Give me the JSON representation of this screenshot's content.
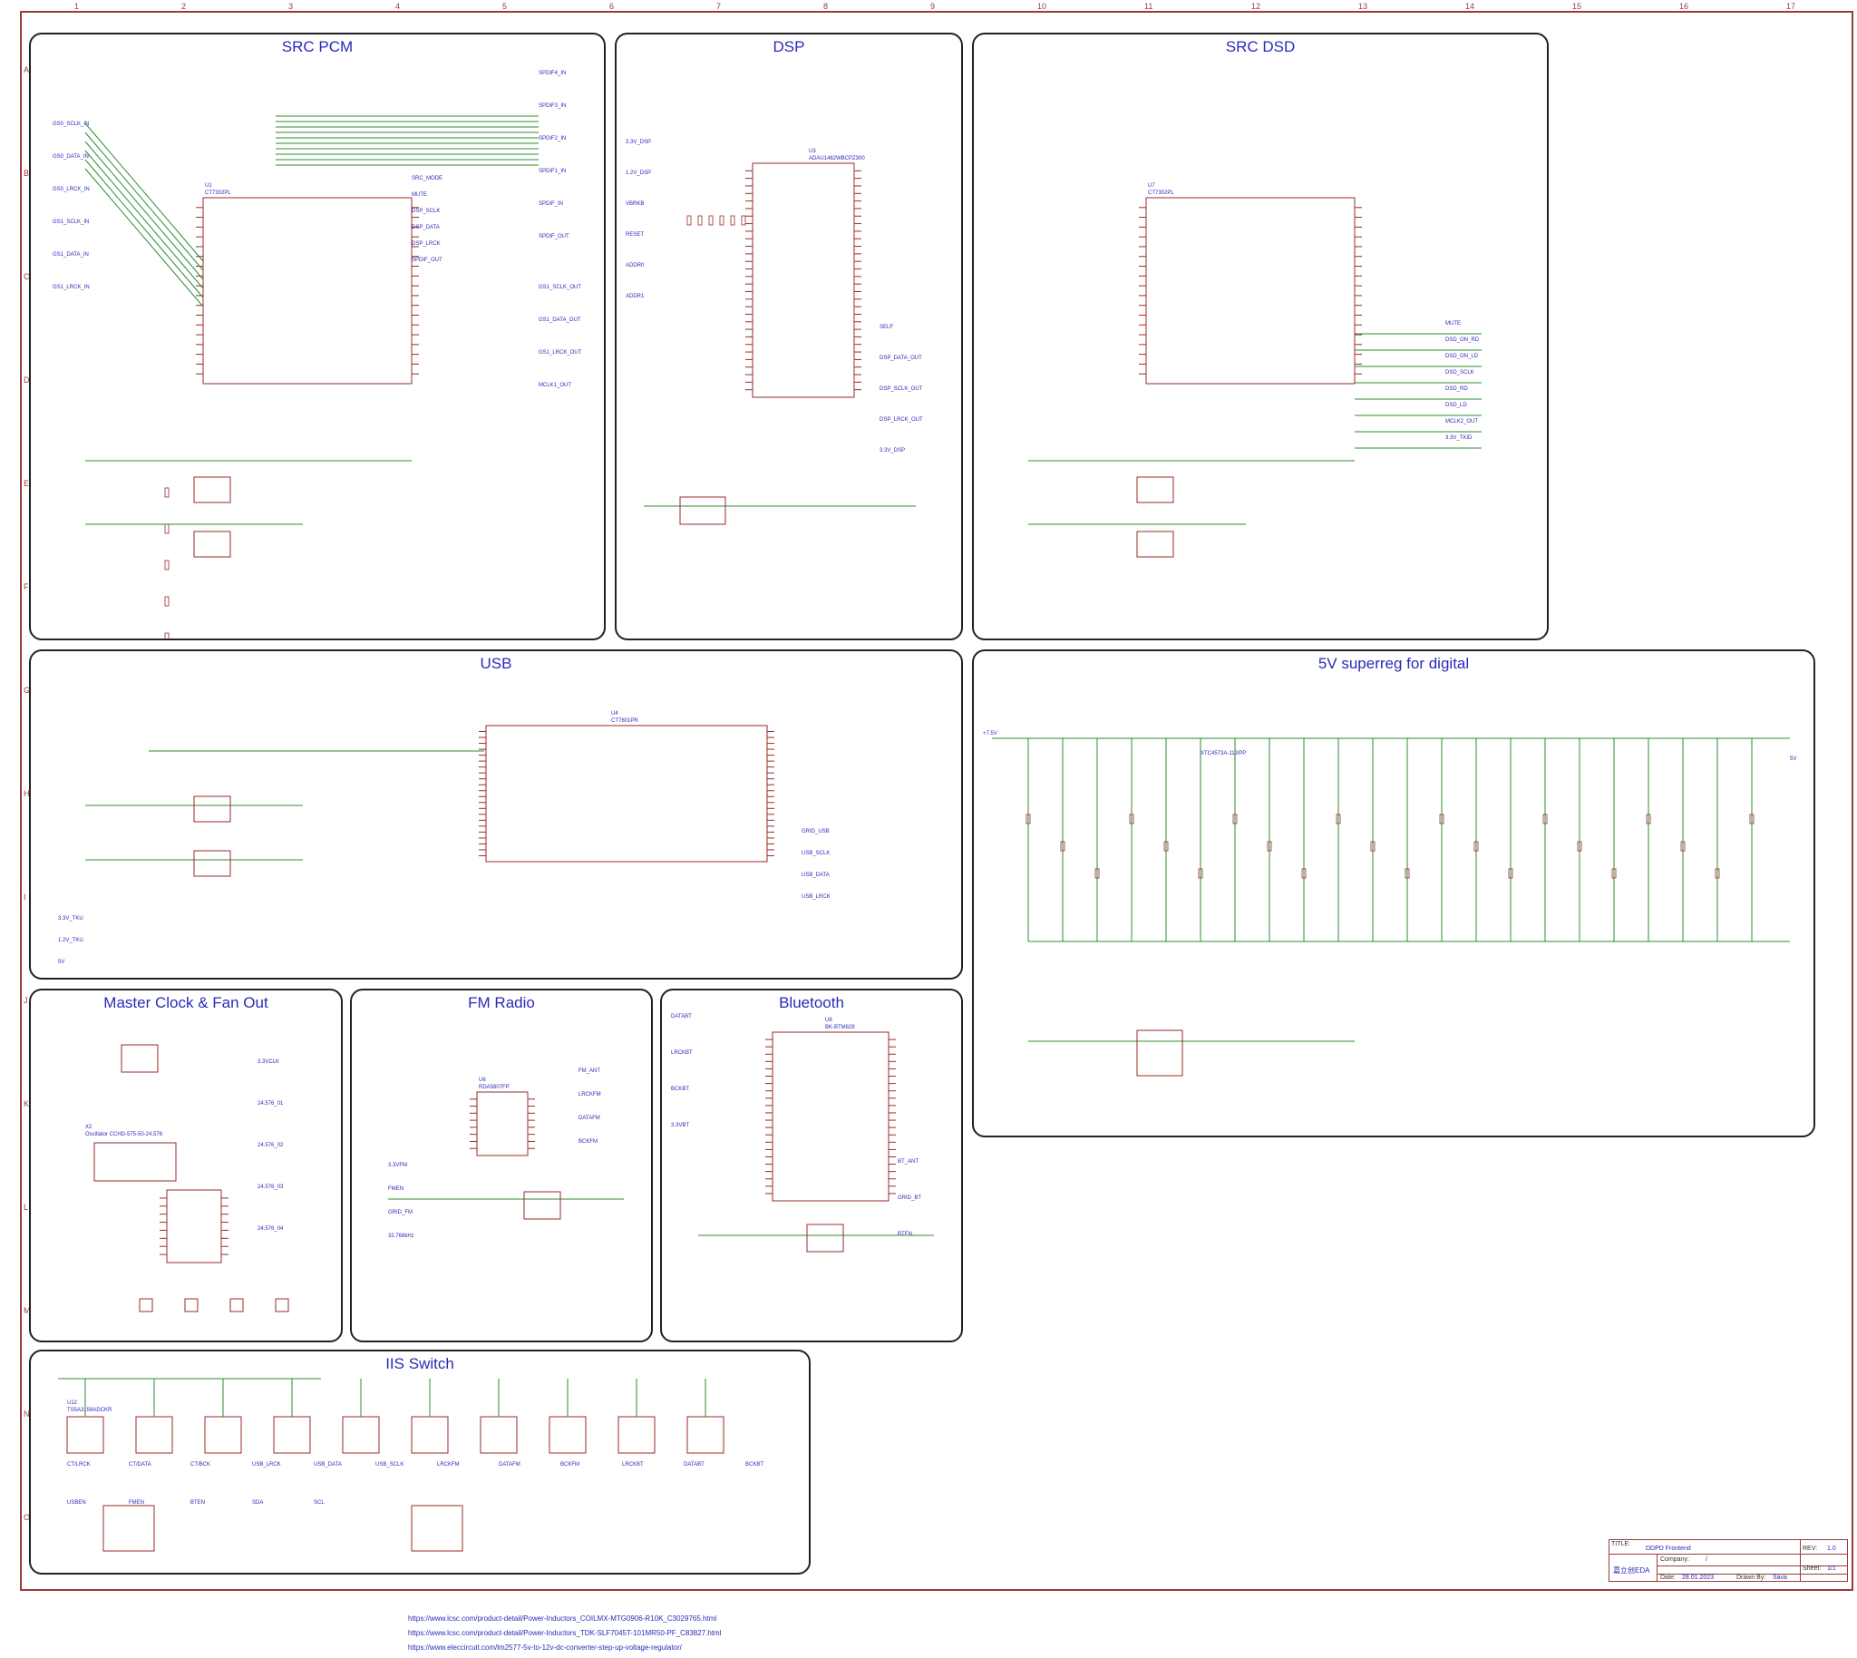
{
  "blocks": {
    "src_pcm": {
      "title": "SRC PCM",
      "chip": "CT7302PL",
      "chip_ref": "U1"
    },
    "dsp": {
      "title": "DSP",
      "chip": "ADAU1462WBCPZ300",
      "chip_ref": "U3"
    },
    "src_dsd": {
      "title": "SRC DSD",
      "chip": "CT7302PL",
      "chip_ref": "U7"
    },
    "usb": {
      "title": "USB",
      "chip": "CT7601PR",
      "chip_ref": "U4"
    },
    "superreg": {
      "title": "5V superreg for digital"
    },
    "master_clock": {
      "title": "Master Clock & Fan Out",
      "chip": "Oscillator CCHD-575-50-24.576",
      "chip_ref": "X2"
    },
    "fm_radio": {
      "title": "FM Radio",
      "chip": "RDA5807FP",
      "chip_ref": "U6"
    },
    "bluetooth": {
      "title": "Bluetooth",
      "chip": "BK-BTM828",
      "chip_ref": "U8"
    },
    "iis_switch": {
      "title": "IIS Switch",
      "chip": "TS5A3159ADCKR",
      "chip_ref": "U12"
    }
  },
  "ruler": {
    "top": [
      "1",
      "2",
      "3",
      "4",
      "5",
      "6",
      "7",
      "8",
      "9",
      "10",
      "11",
      "12",
      "13",
      "14",
      "15",
      "16",
      "17"
    ],
    "left": [
      "A",
      "B",
      "C",
      "D",
      "E",
      "F",
      "G",
      "H",
      "I",
      "J",
      "K",
      "L",
      "M",
      "N",
      "O"
    ]
  },
  "nets": {
    "src_pcm": [
      "GS0_SCLK_IN",
      "GS0_DATA_IN",
      "GS0_LRCK_IN",
      "GS1_SCLK_IN",
      "GS1_DATA_IN",
      "GS1_LRCK_IN",
      "SPDIF4_IN",
      "SPDIF3_IN",
      "SPDIF2_IN",
      "SPDIF1_IN",
      "SPDIF_IN",
      "SPDIF_OUT",
      "GS1_SCLK_OUT",
      "GS1_DATA_OUT",
      "GS1_LRCK_OUT",
      "MCLK1_OUT",
      "SRC_MODE",
      "MUTE",
      "DSP_SCLK",
      "DSP_DATA",
      "DSP_LRCK",
      "SPDIF_OUT"
    ],
    "dsp": [
      "3.3V_DSP",
      "1.2V_DSP",
      "VBRKB",
      "RESET",
      "ADDR0",
      "ADDR1",
      "SELF",
      "DSP_DATA_OUT",
      "DSP_SCLK_OUT",
      "DSP_LRCK_OUT",
      "3.3V_DSP"
    ],
    "src_dsd": [
      "MUTE",
      "DSD_ON_RD",
      "DSD_ON_LD",
      "DSD_SCLK",
      "DSD_RD",
      "DSD_LD",
      "MCLK2_OUT",
      "3.3V_TKID"
    ],
    "usb": [
      "GRID_USB",
      "USB_SCLK",
      "USB_DATA",
      "USB_LRCK",
      "3.3V_TKU",
      "1.2V_TKU",
      "5V"
    ],
    "superreg": [
      "+7.5V",
      "5V",
      "XTC4573A-11J/PP"
    ],
    "master_clock": [
      "3.3VCLK",
      "24.576_01",
      "24.576_02",
      "24.576_03",
      "24.576_04"
    ],
    "fm_radio": [
      "FM_ANT",
      "LRCKFM",
      "DATAFM",
      "BCKFM",
      "3.3VFM",
      "FMEN",
      "GRID_FM",
      "32.768kHz"
    ],
    "bluetooth": [
      "DATABT",
      "LRCKBT",
      "BCKBT",
      "3.3VBT",
      "BT_ANT",
      "GRID_BT",
      "BTEN"
    ],
    "iis_switch": [
      "CT/LRCK",
      "CT/DATA",
      "CT/BCK",
      "USB_LRCK",
      "USB_DATA",
      "USB_SCLK",
      "LRCKFM",
      "DATAFM",
      "BCKFM",
      "LRCKBT",
      "DATABT",
      "BCKBT",
      "USBEN",
      "FMEN",
      "BTEN",
      "SDA",
      "SCL"
    ]
  },
  "title_block": {
    "title_label": "TITLE:",
    "title": "DDPD Frontend",
    "rev_label": "REV:",
    "rev": "1.0",
    "company_label": "Company:",
    "company": "/",
    "sheet_label": "Sheet:",
    "sheet": "1/1",
    "date_label": "Date:",
    "date": "28.01.2023",
    "drawn_label": "Drawn By:",
    "drawn": "Sava",
    "brand": "嘉立创EDA"
  },
  "footer_links": [
    "https://www.lcsc.com/product-detail/Power-Inductors_COILMX-MTG0906-R10K_C3029765.html",
    "https://www.lcsc.com/product-detail/Power-Inductors_TDK-SLF7045T-101MR50-PF_C83827.html",
    "https://www.eleccircuit.com/lm2577-5v-to-12v-dc-converter-step-up-voltage-regulator/"
  ],
  "colors": {
    "wire": "#2e8b2e",
    "part": "#9b2a2a",
    "label": "#2a2ab8",
    "border": "#222222"
  }
}
